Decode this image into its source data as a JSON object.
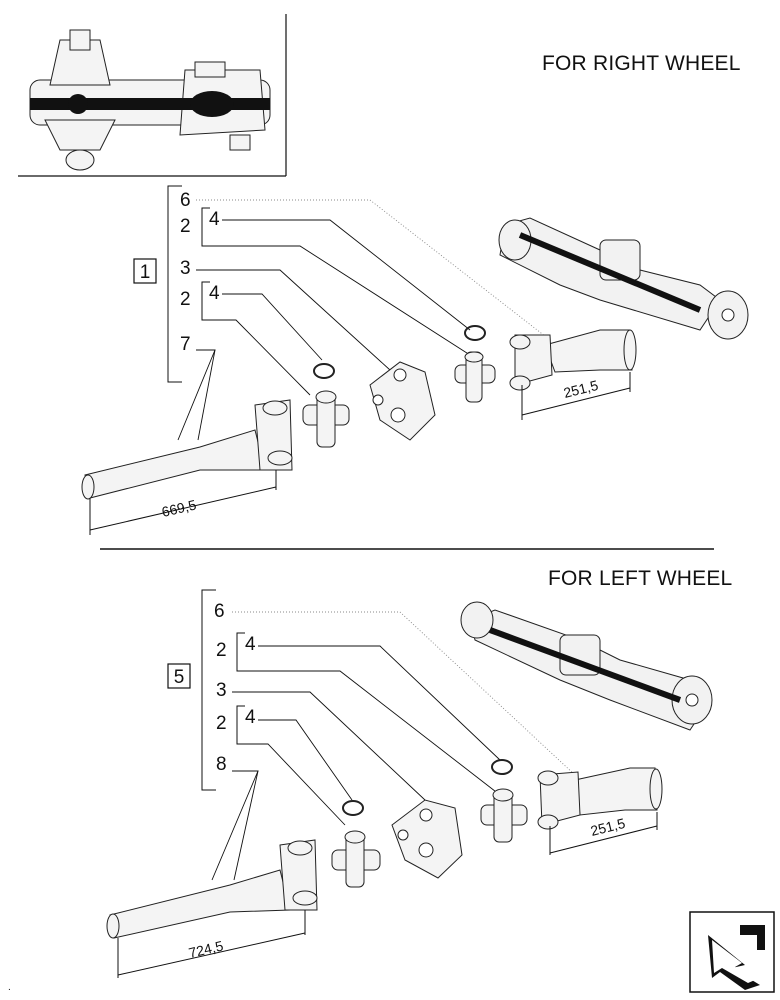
{
  "sections": {
    "right": {
      "heading": "FOR RIGHT WHEEL",
      "group_ref": "1",
      "callouts": {
        "shaft_yoke": "6",
        "cross_qty_a": "2",
        "circlip_a": "4",
        "coupling": "3",
        "cross_qty_b": "2",
        "circlip_b": "4",
        "long_shaft": "7"
      },
      "dimensions": {
        "short_shaft": "251,5",
        "long_shaft": "669,5"
      }
    },
    "left": {
      "heading": "FOR LEFT WHEEL",
      "group_ref": "5",
      "callouts": {
        "shaft_yoke": "6",
        "cross_qty_a": "2",
        "circlip_a": "4",
        "coupling": "3",
        "cross_qty_b": "2",
        "circlip_b": "4",
        "long_shaft": "8"
      },
      "dimensions": {
        "short_shaft": "251,5",
        "long_shaft": "724,5"
      }
    }
  },
  "icons": [
    "axle-overview-thumbnail",
    "axle-housing-illustration",
    "next-page-arrow-icon"
  ]
}
